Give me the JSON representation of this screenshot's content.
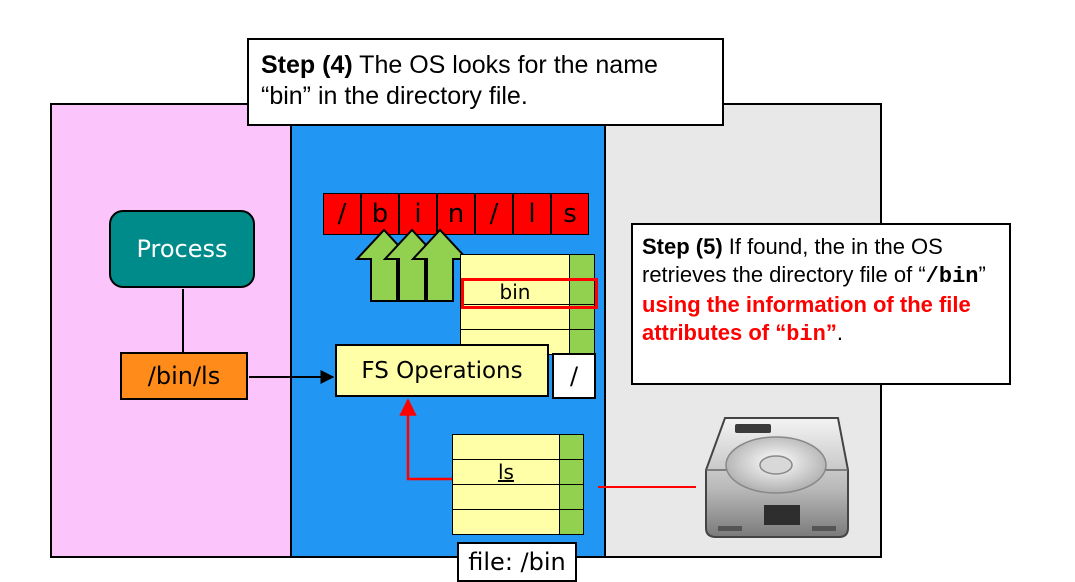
{
  "step4": {
    "title": "Step (4)",
    "text": " The OS looks for the name “bin” in the directory file."
  },
  "step5": {
    "title": "Step (5)",
    "text_a": " If found, the in the OS retrieves the directory file of “",
    "code_a": "/bin",
    "text_b": "” ",
    "red_a": "using the information of the file attributes of “",
    "code_b": "bin",
    "red_b": "”",
    "end": "."
  },
  "process": {
    "label": "Process"
  },
  "path_arg": {
    "label": "/bin/ls"
  },
  "fs_ops": {
    "label": "FS Operations"
  },
  "path_chars": [
    "/",
    "b",
    "i",
    "n",
    "/",
    "l",
    "s"
  ],
  "root_dir": {
    "entry": "bin",
    "name": "/"
  },
  "bin_dir": {
    "entry": "ls",
    "name": "file: /bin"
  },
  "icons": {
    "disk": "hard-disk-icon"
  },
  "colors": {
    "user_space": "#fbc4fb",
    "kernel": "#2196f3",
    "hardware": "#e8e8e8",
    "process": "#008b8b",
    "path_arg": "#ff8c1a",
    "fs_ops": "#ffffa8",
    "highlight": "#ff0000",
    "arrow": "#92d050"
  }
}
